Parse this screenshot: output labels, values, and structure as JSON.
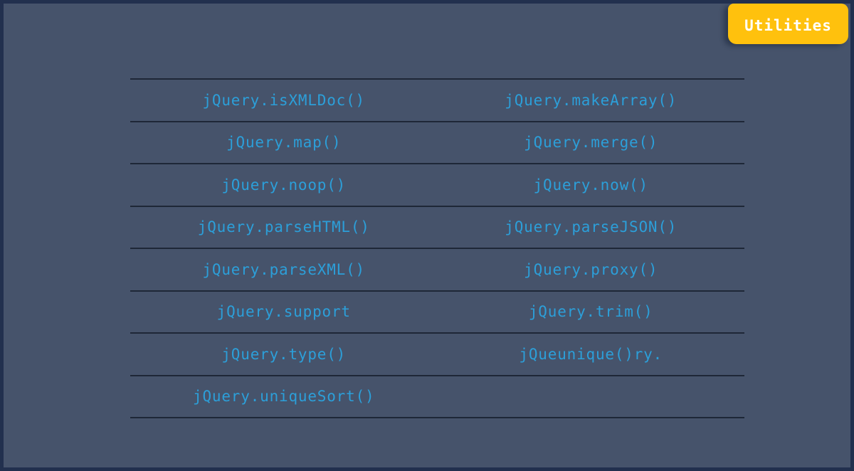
{
  "colors": {
    "background": "#46536B",
    "page_border": "#22304E",
    "divider": "#1E2737",
    "link": "#2C9FD9",
    "tab_bg": "#FFC10D",
    "tab_text": "#FFFFFF"
  },
  "tab": {
    "label": "Utilities"
  },
  "table": {
    "rows": [
      {
        "left": "jQuery.isXMLDoc()",
        "right": "jQuery.makeArray()"
      },
      {
        "left": "jQuery.map()",
        "right": "jQuery.merge()"
      },
      {
        "left": "jQuery.noop()",
        "right": "jQuery.now()"
      },
      {
        "left": "jQuery.parseHTML()",
        "right": "jQuery.parseJSON()"
      },
      {
        "left": "jQuery.parseXML()",
        "right": "jQuery.proxy()"
      },
      {
        "left": "jQuery.support",
        "right": "jQuery.trim()"
      },
      {
        "left": "jQuery.type()",
        "right": "jQueunique()ry."
      },
      {
        "left": "jQuery.uniqueSort()",
        "right": ""
      }
    ]
  }
}
